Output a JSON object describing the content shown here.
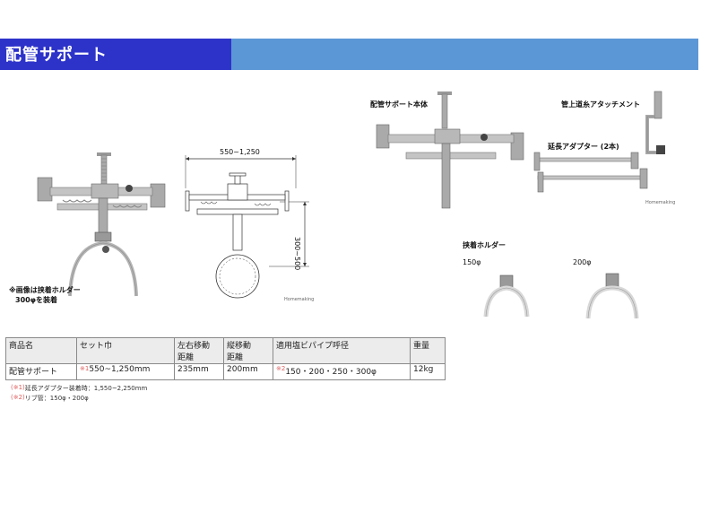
{
  "header": {
    "title": "配管サポート"
  },
  "images": {
    "main_note_line1": "※画像は挟着ホルダー",
    "main_note_line2": "300φを装着",
    "drawing_width_dim": "550~1,250",
    "drawing_height_dim": "300~500",
    "watermark_1": "Homemaking",
    "watermark_2": "Homemaking",
    "body_caption": "配管サポート本体",
    "attachment_caption": "管上道糸アタッチメント",
    "extension_caption": "延長アダプター (2本)",
    "holder_caption": "挟着ホルダー",
    "holder_150": "150φ",
    "holder_200": "200φ"
  },
  "table": {
    "headers": [
      "商品名",
      "セット巾",
      "左右移動\n距離",
      "縦移動\n距離",
      "適用塩ビパイプ呼径",
      "重量"
    ],
    "row": {
      "name": "配管サポート",
      "set_width_mark": "※1",
      "set_width": "550~1,250mm",
      "lr_move": "235mm",
      "v_move": "200mm",
      "pipe_mark": "※2",
      "pipe": "150・200・250・300φ",
      "weight": "12kg"
    }
  },
  "footnotes": [
    {
      "mark": "(※1)",
      "text": "延長アダプター装着時：1,550~2,250mm"
    },
    {
      "mark": "(※2)",
      "text": "リブ管：150φ・200φ"
    }
  ],
  "colors": {
    "header_dark": "#2d33c9",
    "header_light": "#5b97d6",
    "mark": "#e06060"
  }
}
